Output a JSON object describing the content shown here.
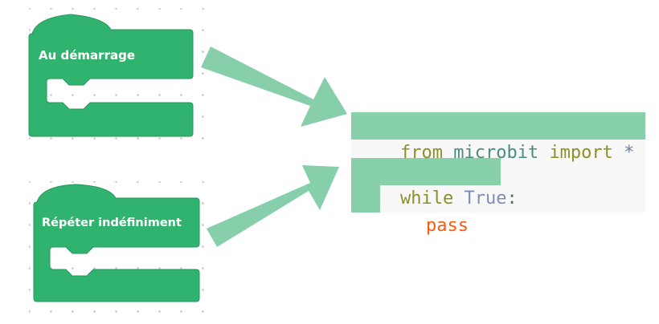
{
  "blocks": {
    "on_start": {
      "label": "Au démarrage",
      "color": "#2fb36f"
    },
    "forever": {
      "label": "Répéter indéfiniment",
      "color": "#2fb36f"
    }
  },
  "arrows": {
    "color": "#86cfaa"
  },
  "code": {
    "line1": {
      "from": "from",
      "module": "microbit",
      "import": "import",
      "star": "*"
    },
    "line2": {
      "while": "while",
      "true": "True",
      "colon": ":"
    },
    "line3": {
      "pass": "pass"
    },
    "highlight_color": "#5cc08c",
    "keyword_color": "#8f8f2a",
    "pass_color": "#ff5a0a"
  }
}
